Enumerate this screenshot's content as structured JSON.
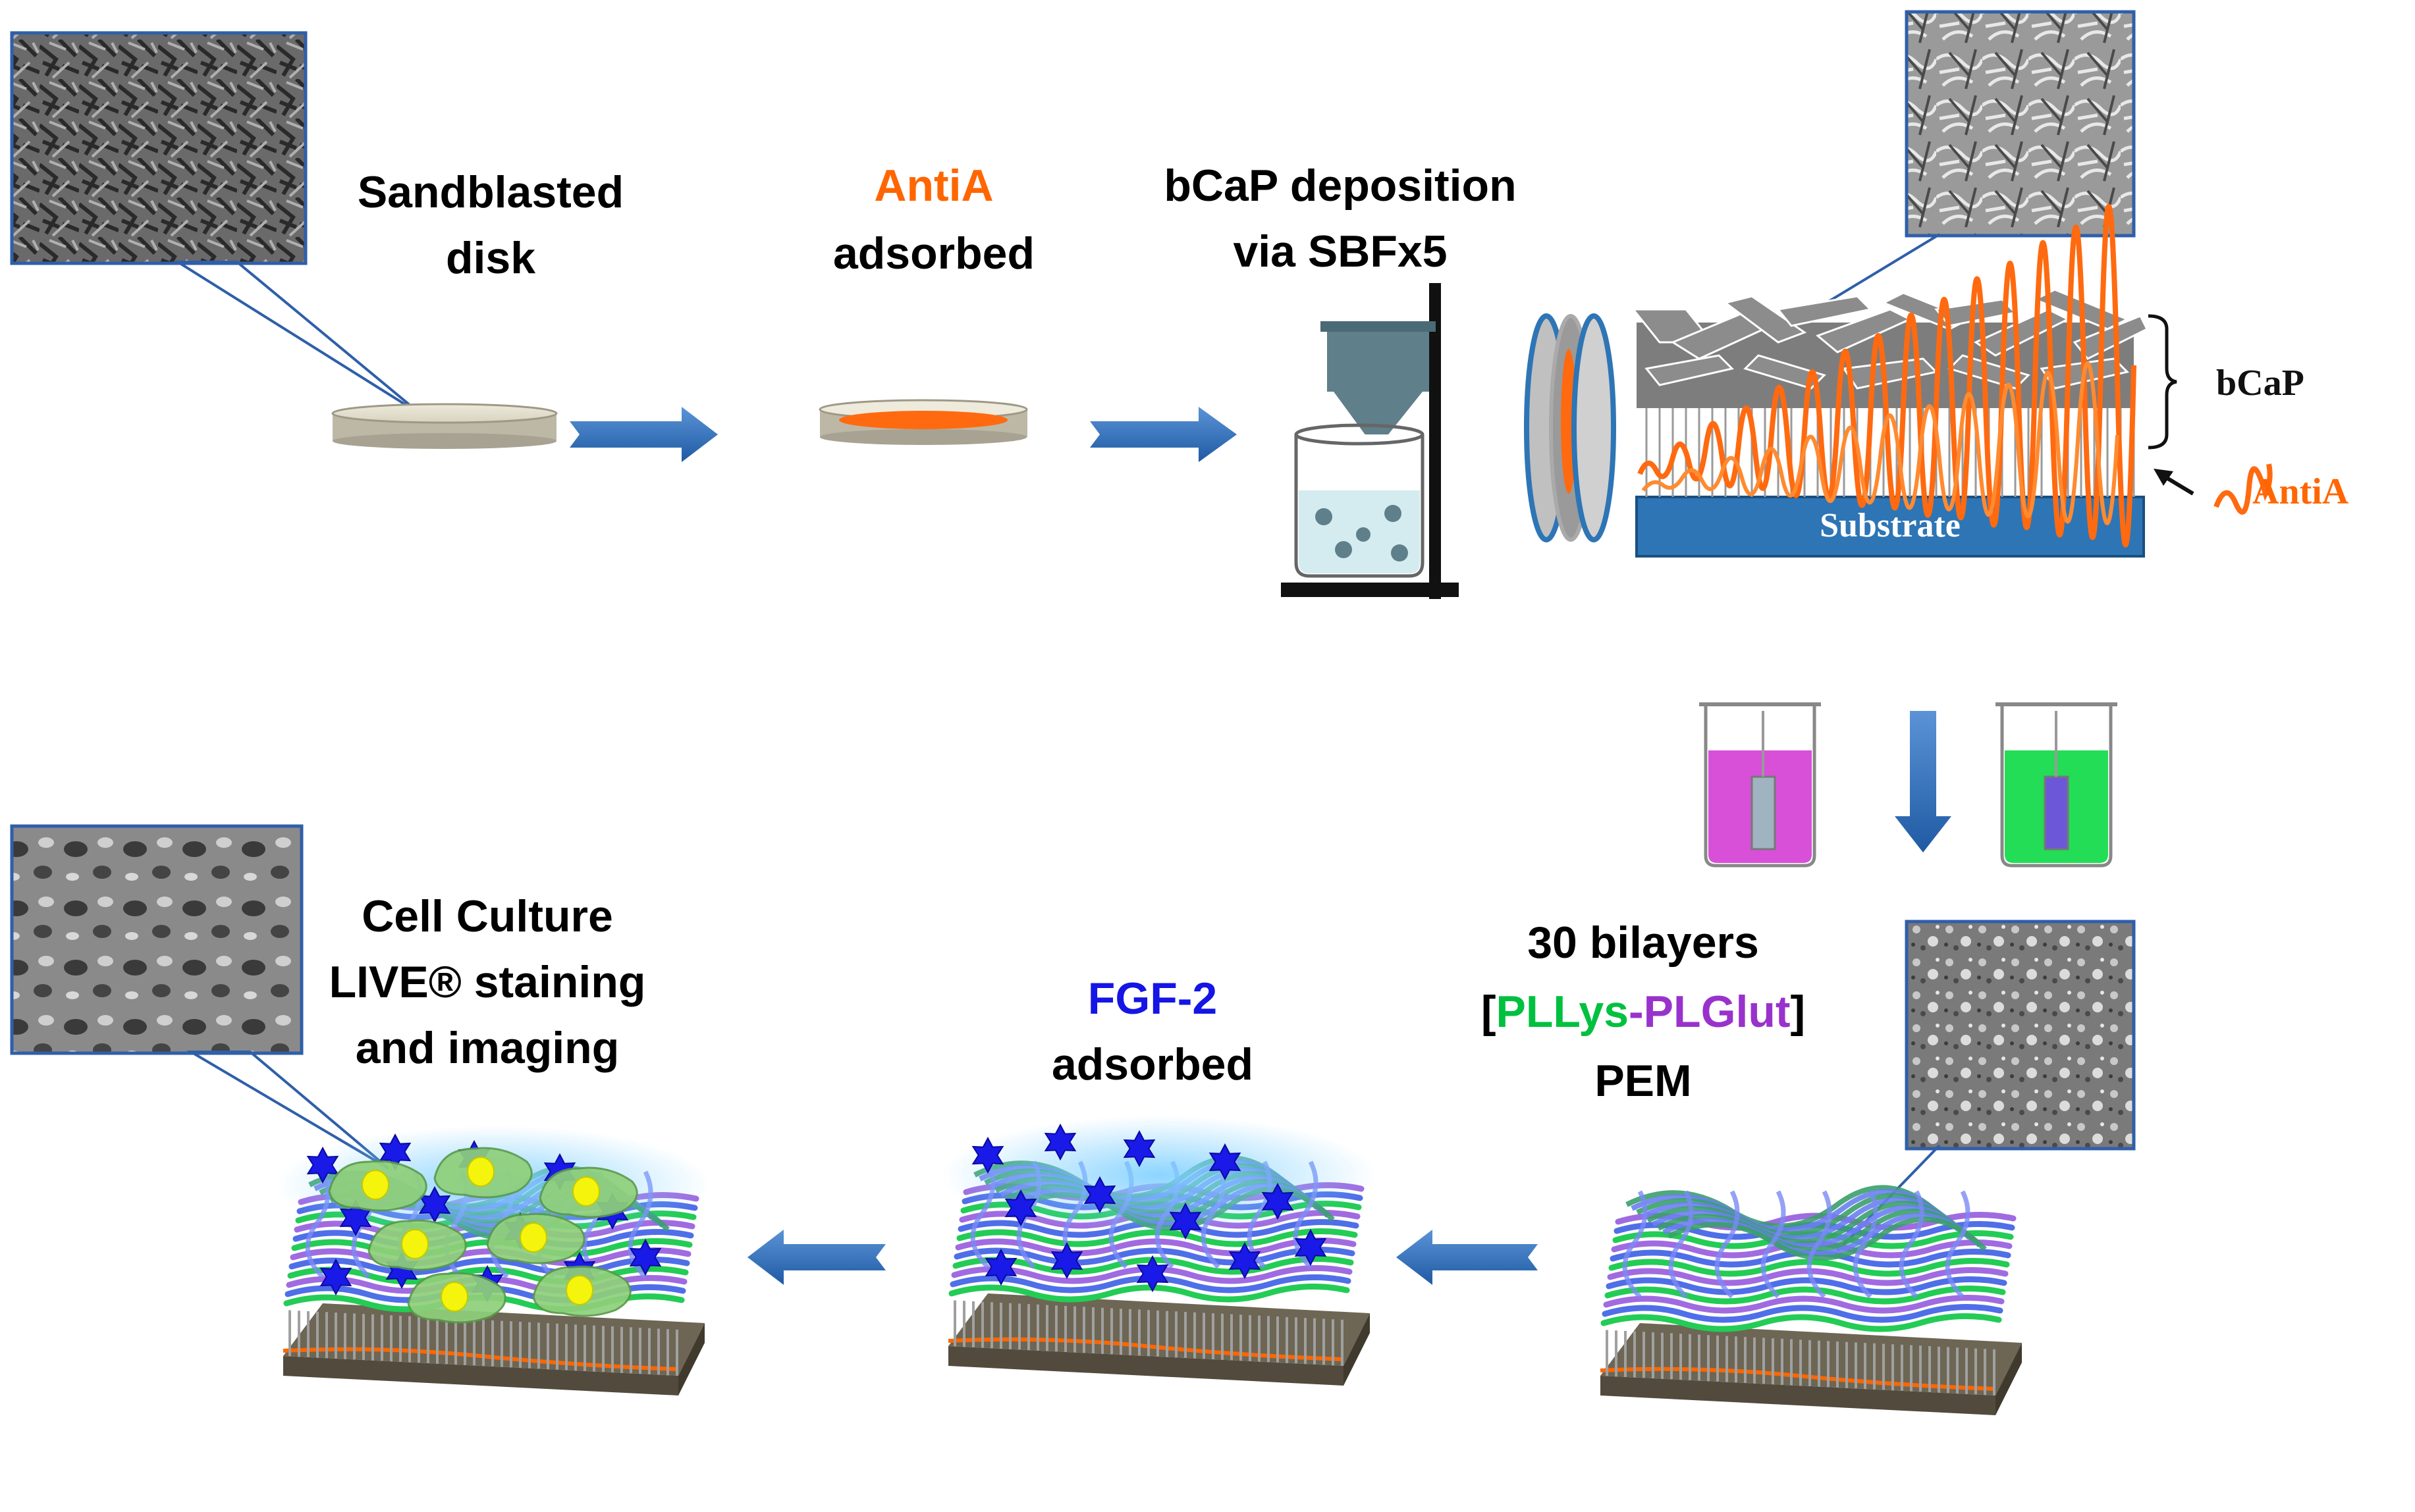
{
  "colors": {
    "arrow": "#2e6db4",
    "antiA": "#ff6600",
    "fgf2": "#1515e6",
    "pllys": "#00c040",
    "plglut": "#9932cc",
    "substrate": "#2e75b6",
    "bcap": "#8c8c8c",
    "sem_border": "#2e5fa8",
    "cell": "#8fd07a",
    "nucleus": "#f4f40c"
  },
  "steps": {
    "sandblasted": {
      "line1": "Sandblasted",
      "line2": "disk"
    },
    "antia": {
      "line1": "AntiA",
      "line2": "adsorbed"
    },
    "bcap": {
      "line1": "bCaP  deposition",
      "line2": "via SBFx5"
    },
    "pem": {
      "line1": "30 bilayers",
      "open": "[",
      "pllys": "PLLys",
      "dash": "-",
      "plglut": "PLGlut",
      "close": "]",
      "line3": "PEM"
    },
    "fgf": {
      "line1": "FGF-2",
      "line2": "adsorbed"
    },
    "culture": {
      "line1": "Cell Culture",
      "line2": "LIVE® staining",
      "line3": "and imaging"
    }
  },
  "schematic": {
    "bcap_label": "bCaP",
    "antia_label": "AntiA",
    "substrate_label": "Substrate"
  },
  "icons": [
    "sem-micrograph-icon",
    "disk-icon",
    "beaker-icon",
    "arrow-right-icon",
    "arrow-left-icon",
    "arrow-down-icon",
    "cell-icon",
    "star-growth-factor-icon"
  ]
}
